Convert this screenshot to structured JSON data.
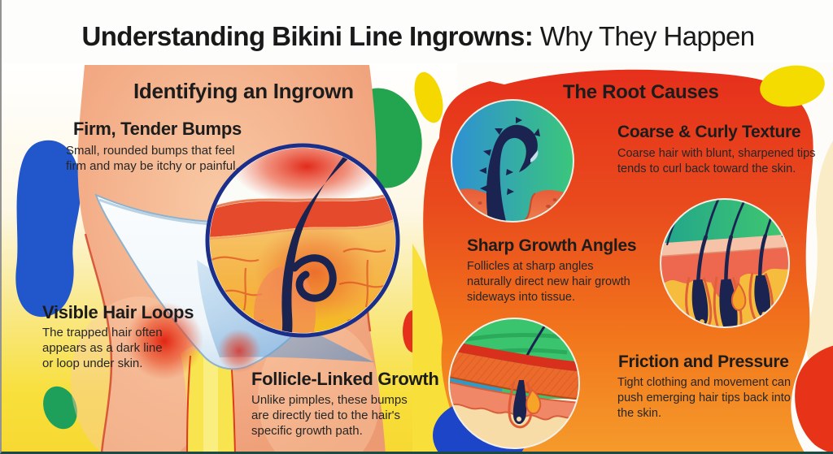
{
  "title": {
    "bold": "Understanding Bikini Line Ingrowns:",
    "regular": " Why They Happen"
  },
  "left_panel": {
    "heading": "Identifying an Ingrown",
    "items": [
      {
        "title": "Firm, Tender Bumps",
        "description": "Small, rounded bumps that feel firm and may be itchy or painful."
      },
      {
        "title": "Visible Hair Loops",
        "description": "The trapped hair often appears as a dark line or loop under skin."
      },
      {
        "title": "Follicle-Linked Growth",
        "description": "Unlike pimples, these bumps are directly tied to the hair's specific growth path."
      }
    ]
  },
  "right_panel": {
    "heading": "The Root Causes",
    "items": [
      {
        "title": "Coarse & Curly Texture",
        "description": "Coarse hair with blunt, sharpened tips tends to curl back toward the skin."
      },
      {
        "title": "Sharp Growth Angles",
        "description": "Follicles at sharp angles naturally direct new hair growth sideways into tissue."
      },
      {
        "title": "Friction and Pressure",
        "description": "Tight clothing and movement can push emerging hair tips back into the skin."
      }
    ]
  },
  "illustrations": {
    "bikini_area": "bikini-area-illustration",
    "magnifier": "ingrown-hair-cross-section-illustration",
    "coarse_curl": "curly-hair-hook-illustration",
    "sharp_angles": "angled-follicles-illustration",
    "friction": "fabric-over-hair-illustration"
  },
  "colors": {
    "accent_red": "#E6331C",
    "accent_orange": "#F59A28",
    "accent_yellow": "#F8DF3A",
    "accent_blue": "#2257CC",
    "accent_green": "#23A44E",
    "hair_navy": "#1B2450",
    "skin_peach": "#F2A882",
    "heading_text": "#1C1C1C"
  }
}
